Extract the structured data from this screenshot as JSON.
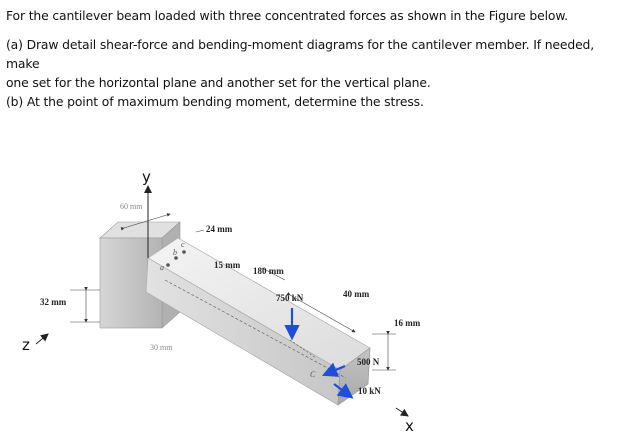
{
  "question": {
    "intro": "For the cantilever beam loaded with three concentrated forces as shown in the Figure below.",
    "part_a_line1": "(a) Draw detail shear-force and bending-moment diagrams for the cantilever member. If needed, make",
    "part_a_line2": "one set for the horizontal plane and another set for the vertical plane.",
    "part_b": "(b) At the point of maximum bending moment, determine the stress."
  },
  "figure": {
    "dimensions": {
      "wall_width": "60 mm",
      "section_height": "32 mm",
      "section_depth": "30 mm",
      "point_offset": "24 mm",
      "point_spacing": "15 mm",
      "span_to_load": "180 mm",
      "span_to_end": "40 mm",
      "beam_height": "16 mm"
    },
    "loads": {
      "vertical": "750 kN",
      "lateral": "500 N",
      "axial": "10 kN"
    },
    "axes": {
      "y": "y",
      "z": "z",
      "x": "x"
    },
    "points": {
      "a": "a",
      "b": "b",
      "c": "c",
      "C": "C"
    },
    "colors": {
      "load_arrow": "#1f4fd6",
      "beam_top": "#ececec",
      "beam_side": "#d0d0d0",
      "beam_front": "#b9b9b9",
      "wall": "#c9c9c9"
    }
  }
}
